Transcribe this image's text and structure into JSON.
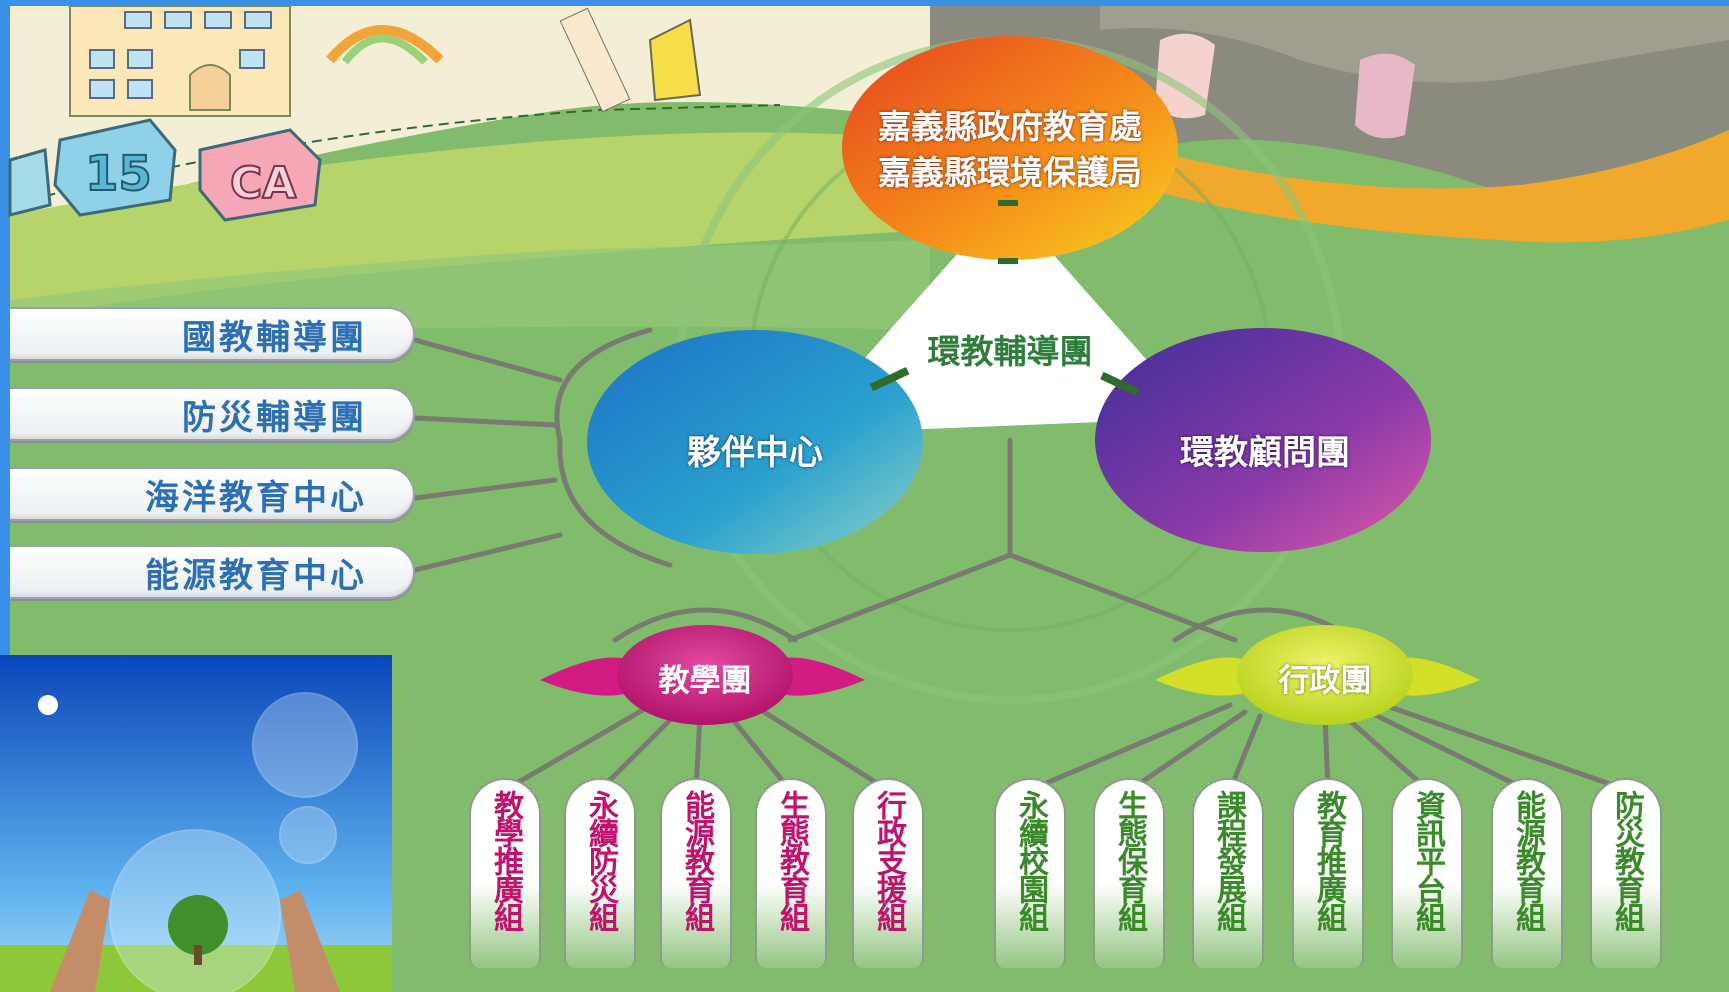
{
  "top": {
    "line1": "嘉義縣政府教育處",
    "line2": "嘉義縣環境保護局"
  },
  "center": {
    "triangle": "環教輔導團",
    "left_circle": "夥伴中心",
    "right_circle": "環教顧問團"
  },
  "left_items": [
    "國教輔導團",
    "防災輔導團",
    "海洋教育中心",
    "能源教育中心"
  ],
  "teaching": {
    "label": "教學團",
    "groups": [
      "教學推廣組",
      "永續防災組",
      "能源教育組",
      "生態教育組",
      "行政支援組"
    ]
  },
  "admin": {
    "label": "行政團",
    "groups": [
      "永續校園組",
      "生態保育組",
      "課程發展組",
      "教育推廣組",
      "資訊平台組",
      "能源教育組",
      "防災教育組"
    ]
  },
  "colors": {
    "teaching_text": "#c0136e",
    "admin_text": "#3a8a2a",
    "left_text": "#2d6fb3",
    "field": "#7fbb6a"
  }
}
